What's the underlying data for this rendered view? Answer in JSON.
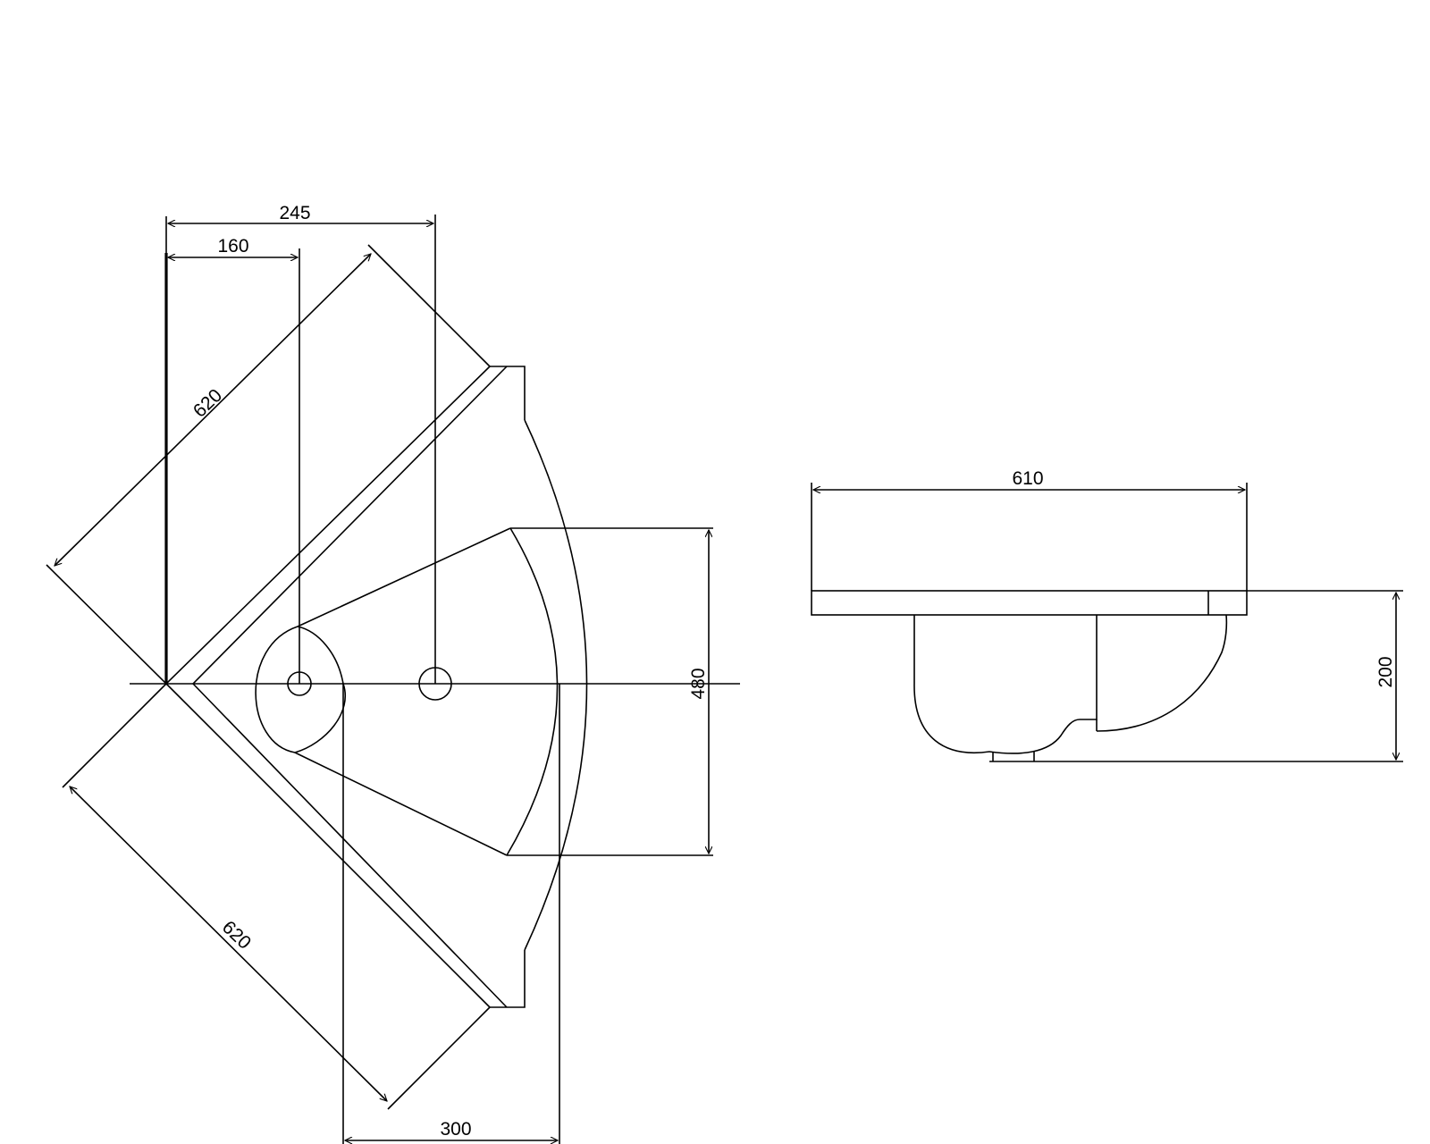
{
  "drawing": {
    "plan_view": {
      "dim_width_overall": "245",
      "dim_drain_offset": "160",
      "dim_side_upper": "620",
      "dim_side_lower": "620",
      "dim_bowl_width": "480",
      "dim_bowl_offset": "300"
    },
    "side_view": {
      "dim_length": "610",
      "dim_height": "200"
    },
    "colors": {
      "line": "#000000",
      "background": "#ffffff"
    }
  }
}
